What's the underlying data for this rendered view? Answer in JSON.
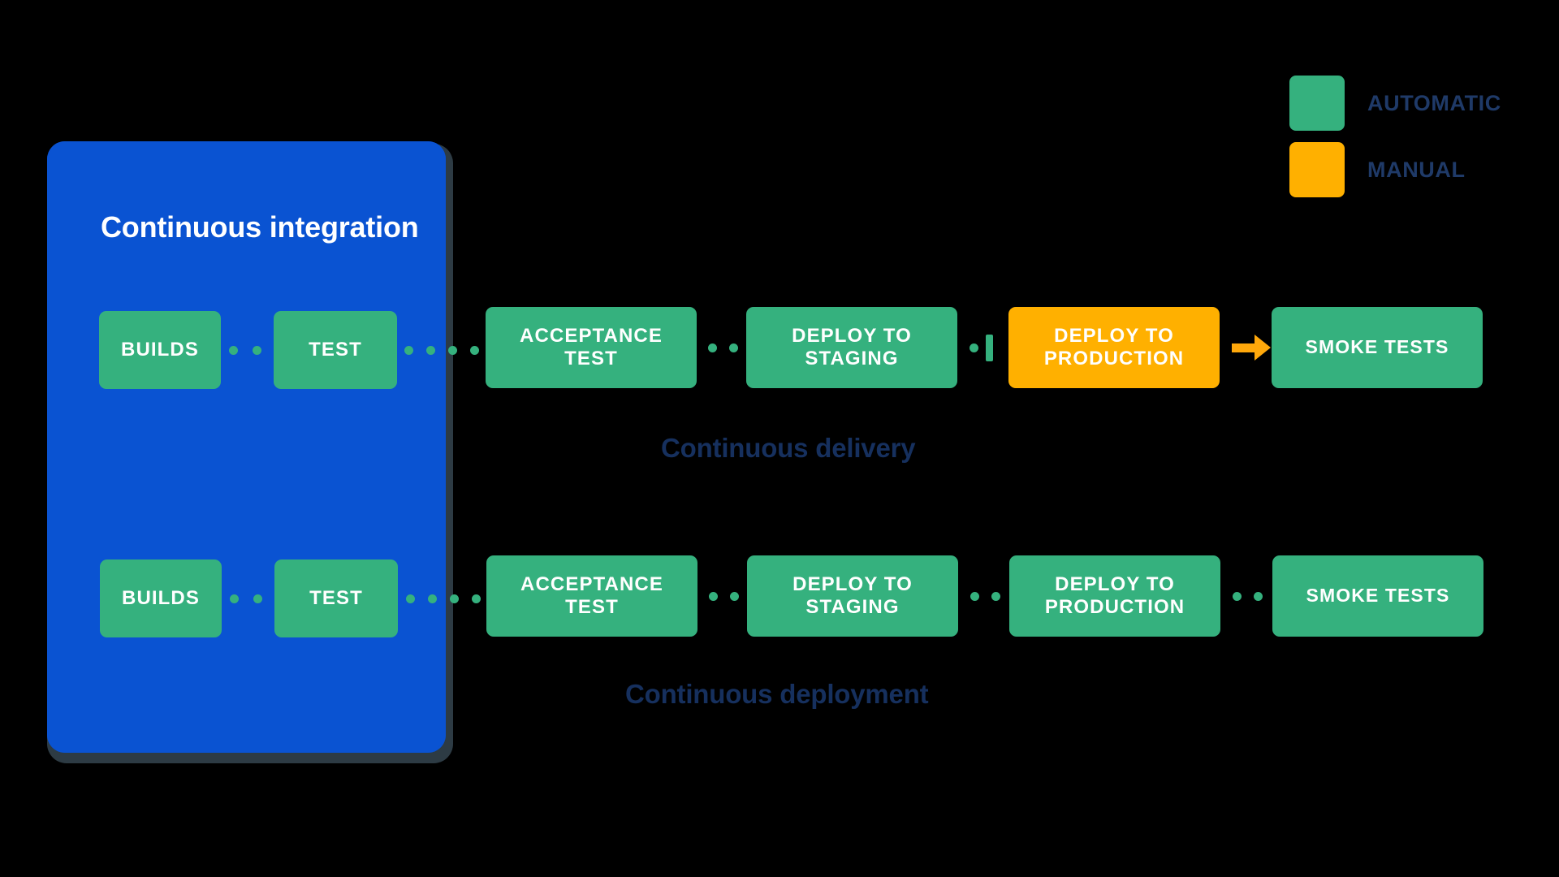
{
  "legend": {
    "items": [
      {
        "label": "AUTOMATIC",
        "swatch": "automatic-swatch",
        "color": "#35b17e"
      },
      {
        "label": "MANUAL",
        "swatch": "manual-swatch",
        "color": "#ffb000"
      }
    ]
  },
  "ci_panel": {
    "title": "Continuous integration",
    "color": "#0a53d2"
  },
  "rows": [
    {
      "caption": "Continuous delivery",
      "stages": [
        {
          "label": "BUILDS",
          "type": "automatic"
        },
        {
          "label": "TEST",
          "type": "automatic"
        },
        {
          "label": "ACCEPTANCE TEST",
          "type": "automatic"
        },
        {
          "label": "DEPLOY TO STAGING",
          "type": "automatic"
        },
        {
          "label": "DEPLOY TO PRODUCTION",
          "type": "manual"
        },
        {
          "label": "SMOKE TESTS",
          "type": "automatic"
        }
      ],
      "connectors": [
        "dotted",
        "dotted",
        "dotted",
        "gate",
        "arrow"
      ]
    },
    {
      "caption": "Continuous deployment",
      "stages": [
        {
          "label": "BUILDS",
          "type": "automatic"
        },
        {
          "label": "TEST",
          "type": "automatic"
        },
        {
          "label": "ACCEPTANCE TEST",
          "type": "automatic"
        },
        {
          "label": "DEPLOY TO STAGING",
          "type": "automatic"
        },
        {
          "label": "DEPLOY TO PRODUCTION",
          "type": "automatic"
        },
        {
          "label": "SMOKE TESTS",
          "type": "automatic"
        }
      ],
      "connectors": [
        "dotted",
        "dotted",
        "dotted",
        "dotted",
        "dotted"
      ]
    }
  ],
  "colors": {
    "background": "#000000",
    "automatic": "#35b17e",
    "manual": "#ffb000",
    "ci_blue": "#0a53d2",
    "caption_navy": "#16305e",
    "legend_navy": "#1f3a68",
    "arrow_orange": "#ffa80b"
  }
}
